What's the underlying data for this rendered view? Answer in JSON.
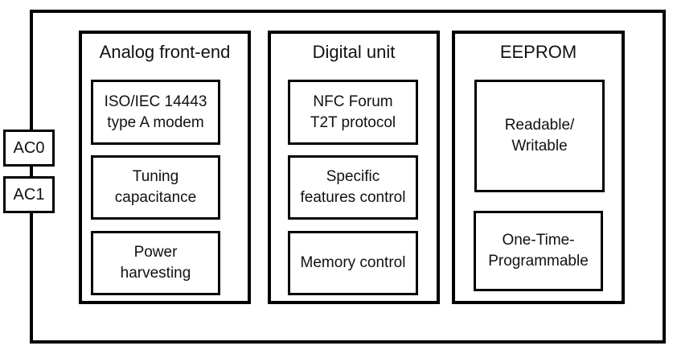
{
  "figure": {
    "type": "block-diagram",
    "subject": "NFC tag IC architecture",
    "pins": [
      {
        "label": "AC0"
      },
      {
        "label": "AC1"
      }
    ],
    "sections": [
      {
        "title": "Analog front-end",
        "blocks": [
          {
            "lines": [
              "ISO/IEC 14443",
              "type A modem"
            ]
          },
          {
            "lines": [
              "Tuning",
              "capacitance"
            ]
          },
          {
            "lines": [
              "Power",
              "harvesting"
            ]
          }
        ]
      },
      {
        "title": "Digital unit",
        "blocks": [
          {
            "lines": [
              "NFC Forum",
              "T2T protocol"
            ]
          },
          {
            "lines": [
              "Specific",
              "features control"
            ]
          },
          {
            "lines": [
              "Memory control"
            ]
          }
        ]
      },
      {
        "title": "EEPROM",
        "blocks": [
          {
            "lines": [
              "Readable/",
              "Writable"
            ]
          },
          {
            "lines": [
              "One-Time-",
              "Programmable"
            ]
          }
        ]
      }
    ],
    "colors": {
      "line": "#000000",
      "background": "#ffffff",
      "text": "#111111"
    }
  }
}
